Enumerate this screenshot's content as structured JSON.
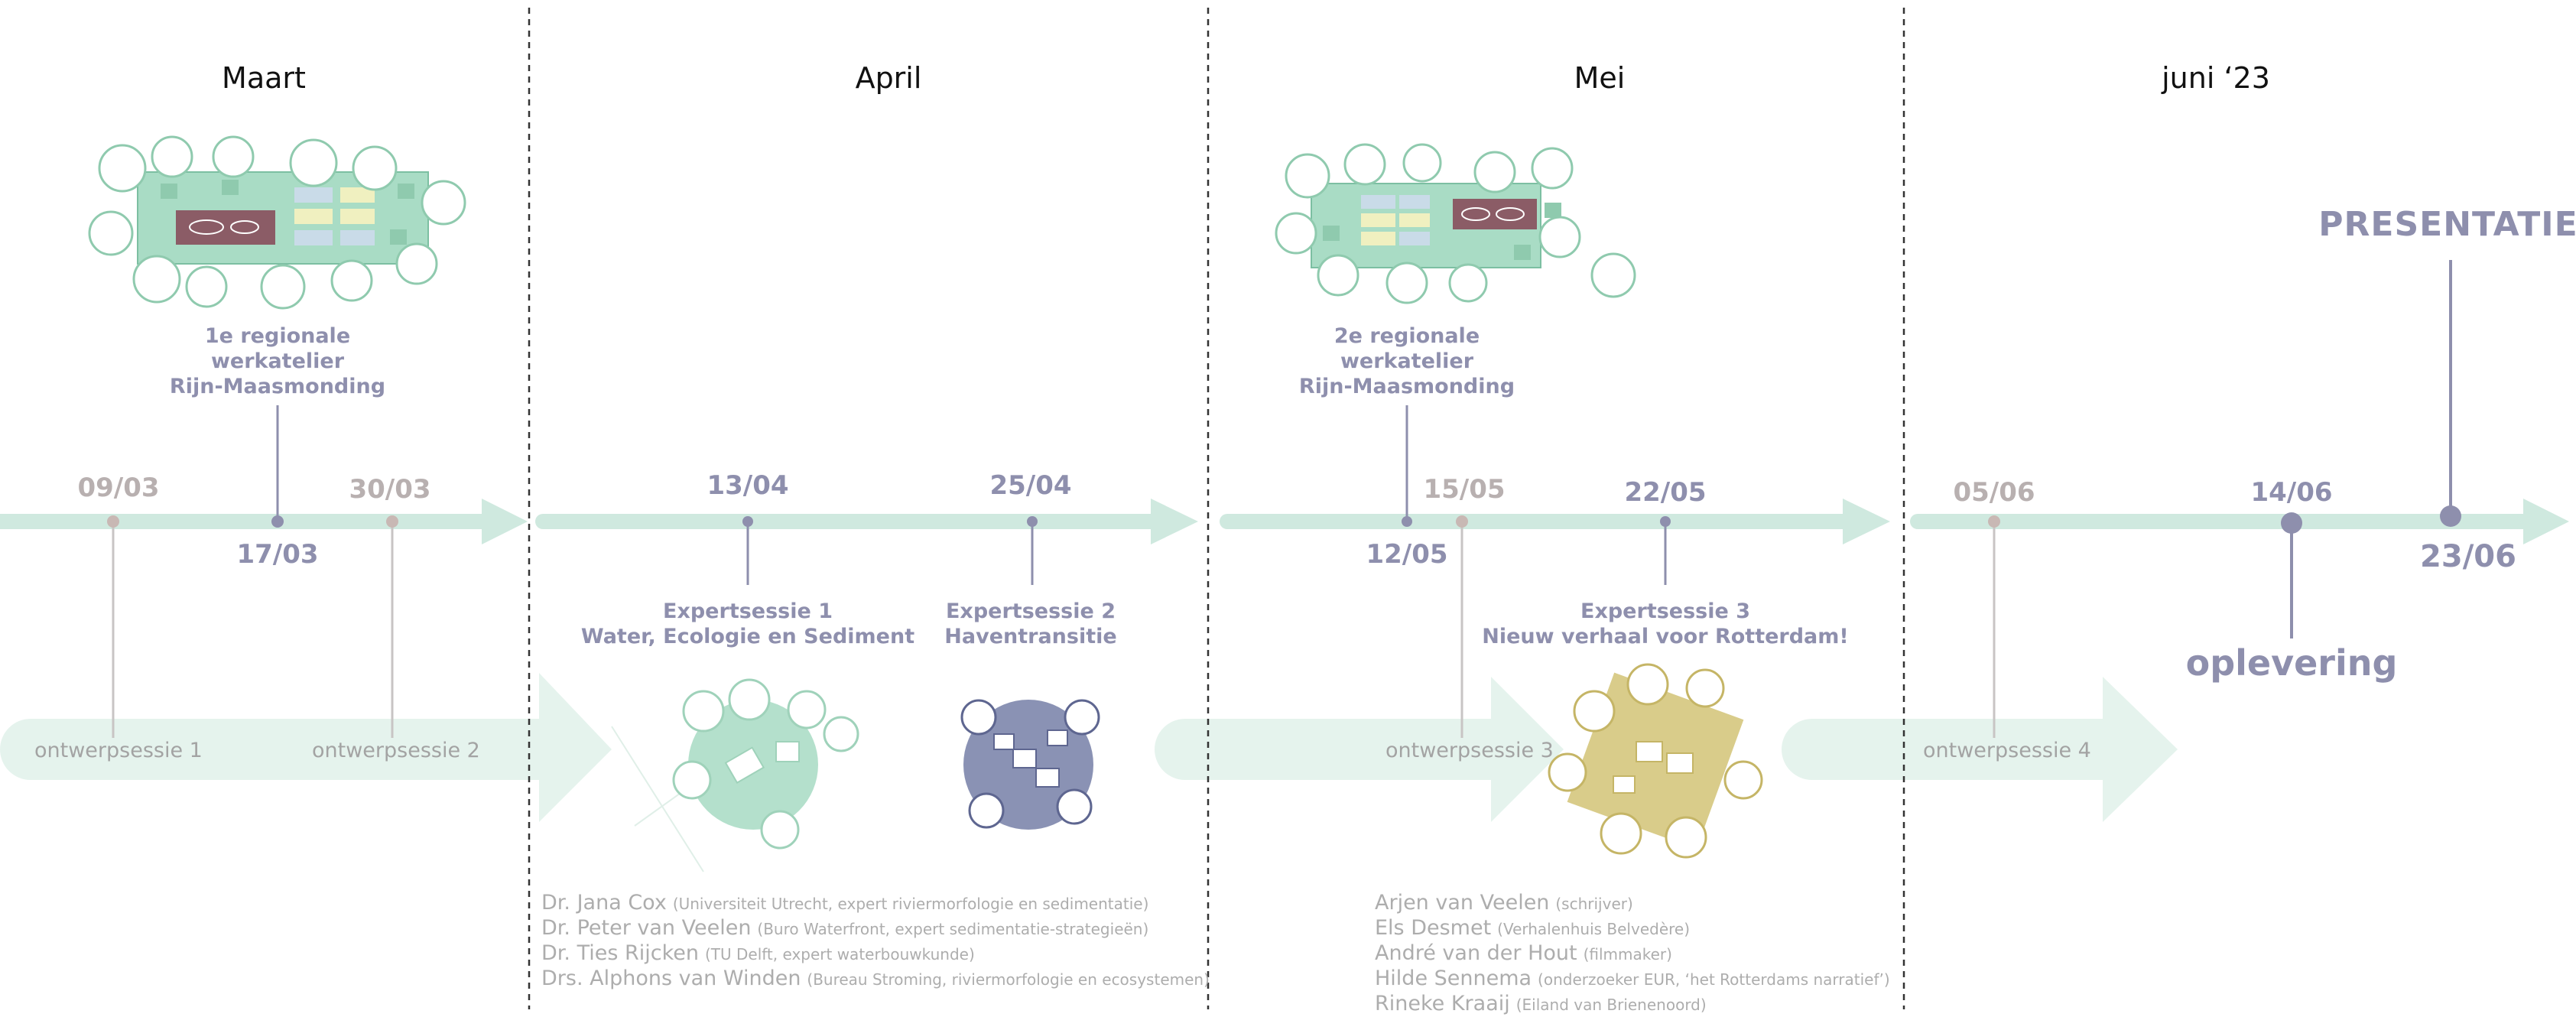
{
  "months": [
    "Maart",
    "April",
    "Mei",
    "juni ‘23"
  ],
  "colors": {
    "arrow": "#cfe9df",
    "band": "#e5f3ed",
    "date_grey": "#b8b0b0",
    "date_blue": "#8e8fad",
    "table_green": "#a9dcc5",
    "table_blue": "#8a92b4",
    "table_yellow": "#d9cc8a"
  },
  "dates": {
    "d0903": "09/03",
    "d1703": "17/03",
    "d3003": "30/03",
    "d1304": "13/04",
    "d2504": "25/04",
    "d1205": "12/05",
    "d1505": "15/05",
    "d2205": "22/05",
    "d0506": "05/06",
    "d1406": "14/06",
    "d2306": "23/06"
  },
  "events": {
    "atelier1": [
      "1e regionale",
      "werkatelier",
      "Rijn-Maasmonding"
    ],
    "atelier2": [
      "2e regionale",
      "werkatelier",
      "Rijn-Maasmonding"
    ],
    "expert1": [
      "Expertsessie 1",
      "Water, Ecologie en Sediment"
    ],
    "expert2": [
      "Expertsessie 2",
      "Haventransitie"
    ],
    "expert3": [
      "Expertsessie 3",
      "Nieuw verhaal voor Rotterdam!"
    ],
    "oplevering": "oplevering",
    "presentatie": "PRESENTATIE"
  },
  "sessions": [
    "ontwerpsessie 1",
    "ontwerpsessie 2",
    "ontwerpsessie 3",
    "ontwerpsessie 4"
  ],
  "experts_left": [
    {
      "name": "Dr. Jana Cox",
      "role": "(Universiteit Utrecht, expert riviermorfologie en sedimentatie)"
    },
    {
      "name": "Dr. Peter van Veelen",
      "role": "(Buro Waterfront, expert sedimentatie-strategieën)"
    },
    {
      "name": "Dr. Ties Rijcken",
      "role": "(TU Delft, expert waterbouwkunde)"
    },
    {
      "name": "Drs. Alphons van Winden",
      "role": "(Bureau Stroming, riviermorfologie en ecosystemen)"
    }
  ],
  "experts_right": [
    {
      "name": "Arjen van Veelen",
      "role": "(schrijver)"
    },
    {
      "name": "Els Desmet",
      "role": "(Verhalenhuis Belvedère)"
    },
    {
      "name": "André van der Hout",
      "role": "(filmmaker)"
    },
    {
      "name": "Hilde Sennema",
      "role": "(onderzoeker EUR, ‘het Rotterdams narratief’)"
    },
    {
      "name": "Rineke Kraaij",
      "role": "(Eiland van Brienenoord)"
    }
  ]
}
